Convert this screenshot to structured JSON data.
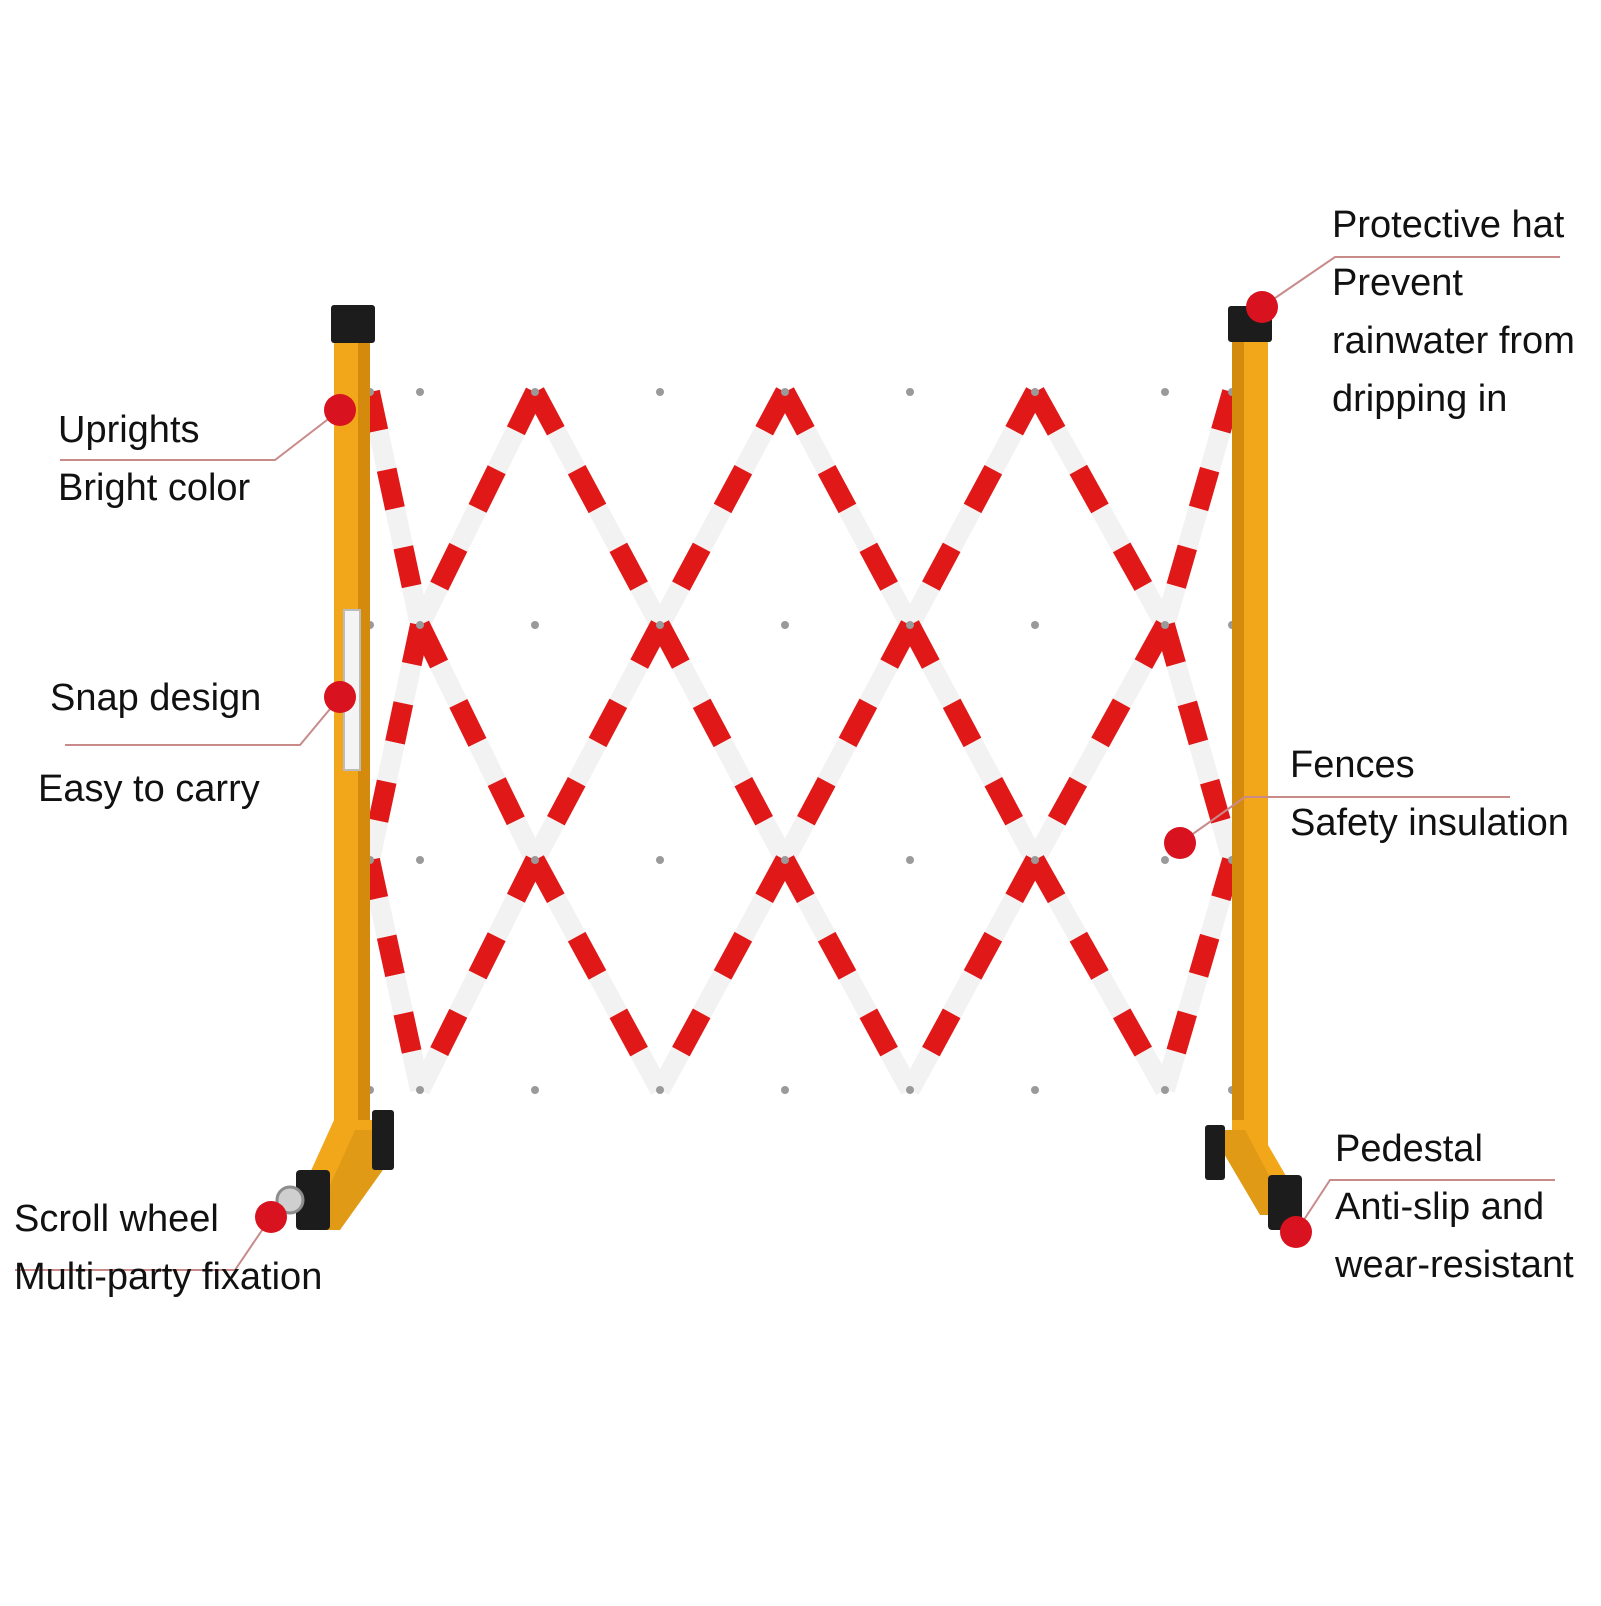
{
  "colors": {
    "upright": "#f2a71b",
    "upright_shade": "#d48a0c",
    "cap": "#1c1c1c",
    "stripe_red": "#e01818",
    "stripe_white": "#f2f2f2",
    "dot": "#d8121e",
    "leader": "#c98a8a",
    "text": "#111111"
  },
  "callouts": {
    "uprights": {
      "title": "Uprights",
      "desc": "Bright color"
    },
    "snap": {
      "title": "Snap design",
      "desc": "Easy to carry"
    },
    "wheel": {
      "title": "Scroll wheel",
      "desc": "Multi-party fixation"
    },
    "hat": {
      "title": "Protective hat",
      "desc_lines": [
        "Prevent",
        "rainwater from",
        "dripping in"
      ]
    },
    "fences": {
      "title": "Fences",
      "desc": "Safety insulation"
    },
    "pedestal": {
      "title": "Pedestal",
      "desc_lines": [
        "Anti-slip and",
        "wear-resistant"
      ]
    }
  }
}
